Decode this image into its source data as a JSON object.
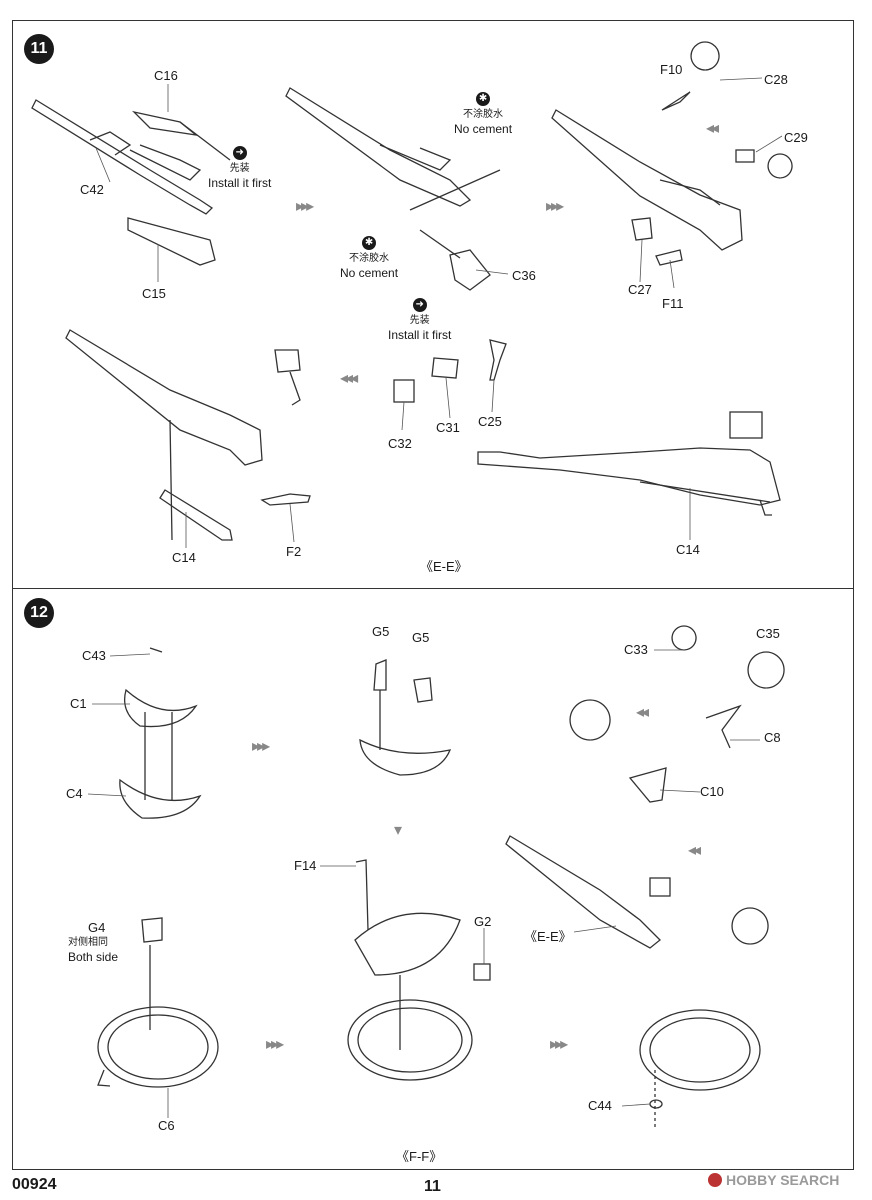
{
  "steps": {
    "step11": {
      "number": "11"
    },
    "step12": {
      "number": "12"
    }
  },
  "labels11": {
    "c16": "C16",
    "c42": "C42",
    "c15": "C15",
    "c36": "C36",
    "f10": "F10",
    "c28": "C28",
    "c29": "C29",
    "c27": "C27",
    "f11": "F11",
    "c32": "C32",
    "c31": "C31",
    "c25": "C25",
    "c14a": "C14",
    "f2": "F2",
    "c14b": "C14",
    "view": "《E-E》"
  },
  "notes11": {
    "install_first_cn": "先装",
    "install_first_en": "Install it first",
    "no_cement_cn": "不涂胶水",
    "no_cement_en": "No cement"
  },
  "labels12": {
    "c43": "C43",
    "c1": "C1",
    "c4": "C4",
    "g5a": "G5",
    "g5b": "G5",
    "c33": "C33",
    "c35": "C35",
    "c8": "C8",
    "c10": "C10",
    "f14": "F14",
    "g2": "G2",
    "g4": "G4",
    "both_cn": "对侧相同",
    "both_en": "Both side",
    "c6": "C6",
    "ee": "《E-E》",
    "c44": "C44",
    "view": "《F-F》"
  },
  "footer": {
    "code": "00924",
    "page": "11",
    "watermark": "HOBBY SEARCH"
  },
  "icons": {
    "install_first": "diamond-arrow-icon",
    "no_cement": "no-glue-icon"
  }
}
